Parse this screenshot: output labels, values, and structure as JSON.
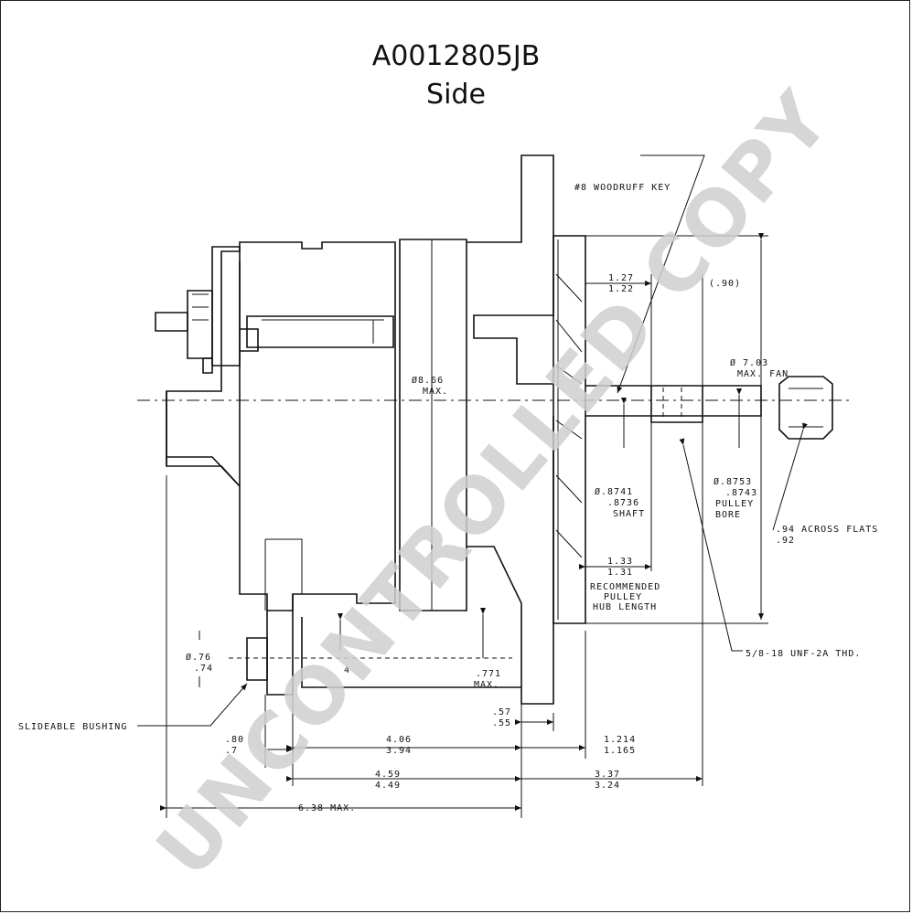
{
  "title": "A0012805JB",
  "subtitle": "Side",
  "watermark": "UNCONTROLLED COPY",
  "labels": {
    "woodruff_key": "#8 WOODRUFF KEY",
    "dim_127": "1.27",
    "dim_122": "1.22",
    "dim_90": "(.90)",
    "fan_dia_1": "Ø 7.03",
    "fan_dia_2": "MAX. FAN",
    "body_dia_1": "Ø8.66",
    "body_dia_2": "MAX.",
    "shaft_1": "Ø.8741",
    "shaft_2": ".8736",
    "shaft_3": "SHAFT",
    "bore_1": "Ø.8753",
    "bore_2": ".8743",
    "bore_3": "PULLEY",
    "bore_4": "BORE",
    "flats_1": ".94 ACROSS FLATS",
    "flats_2": ".92",
    "hub_1": "1.33",
    "hub_2": "1.31",
    "hub_3": "RECOMMENDED",
    "hub_4": "PULLEY",
    "hub_5": "HUB LENGTH",
    "thread": "5/8-18 UNF-2A THD.",
    "bushing_1": "Ø.76",
    "bushing_2": ".74",
    "bushing_name": "SLIDEABLE BUSHING",
    "dim_771_1": ".771",
    "dim_771_2": "MAX.",
    "dim_74": "4",
    "dim_57": ".57",
    "dim_55": ".55",
    "dim_80": ".80",
    "dim_7": ".7",
    "dim_406": "4.06",
    "dim_394": "3.94",
    "dim_1214": "1.214",
    "dim_1165": "1.165",
    "dim_459": "4.59",
    "dim_449": "4.49",
    "dim_337": "3.37",
    "dim_324": "3.24",
    "dim_638": "6.38 MAX."
  }
}
